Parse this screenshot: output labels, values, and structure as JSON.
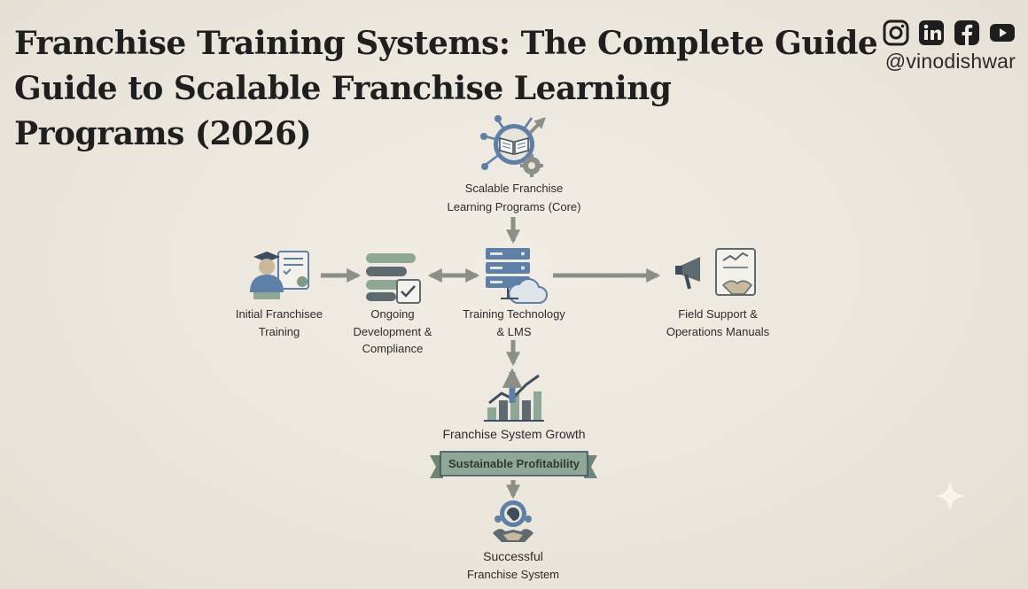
{
  "title": {
    "line1": "Franchise Training Systems: The Complete Guide",
    "line2": "Guide to Scalable Franchise Learning",
    "line3": "Programs (2026)"
  },
  "social": {
    "handle": "@vinodishwar",
    "icons": [
      "instagram-icon",
      "linkedin-icon",
      "facebook-icon",
      "youtube-icon"
    ]
  },
  "nodes": {
    "core": {
      "line1": "Scalable Franchise",
      "line2": "Learning Programs (Core)",
      "icon": "book-network-icon"
    },
    "initial": {
      "line1": "Initial Franchisee",
      "line2": "Training",
      "icon": "graduate-icon"
    },
    "ongoing": {
      "line1": "Ongoing",
      "line2": "Development &",
      "line3": "Compliance",
      "icon": "checklist-stack-icon"
    },
    "lms": {
      "line1": "Training Technology",
      "line2": "& LMS",
      "icon": "server-cloud-icon"
    },
    "field": {
      "line1": "Field Support &",
      "line2": "Operations Manuals",
      "icon": "megaphone-handshake-icon"
    },
    "growth": {
      "line1": "Franchise System Growth",
      "icon": "growth-chart-icon"
    },
    "banner": {
      "text": "Sustainable Profitability"
    },
    "success": {
      "line1": "Successful",
      "line2": "Franchise System",
      "icon": "handshake-network-icon"
    }
  },
  "colors": {
    "arrow": "#8a8f88",
    "icon_blue": "#5e7fa6",
    "icon_green": "#7f9a86",
    "banner_fill": "#8fa896"
  }
}
